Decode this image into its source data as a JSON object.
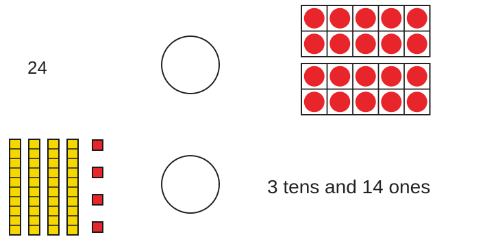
{
  "problems": [
    {
      "left": {
        "kind": "number",
        "text": "24"
      },
      "compare_symbol": "",
      "right": {
        "kind": "ten-frames",
        "frames": 2,
        "filled_per_frame": 10
      }
    },
    {
      "left": {
        "kind": "base-ten-blocks",
        "tens": 4,
        "ones": 4
      },
      "compare_symbol": "",
      "right": {
        "kind": "text",
        "text": "3 tens and 14 ones"
      }
    }
  ],
  "colors": {
    "counter": "#e8252b",
    "ten_rod_fill": "#f5d800",
    "one_cube": "#e8252b",
    "outline": "#222222"
  }
}
